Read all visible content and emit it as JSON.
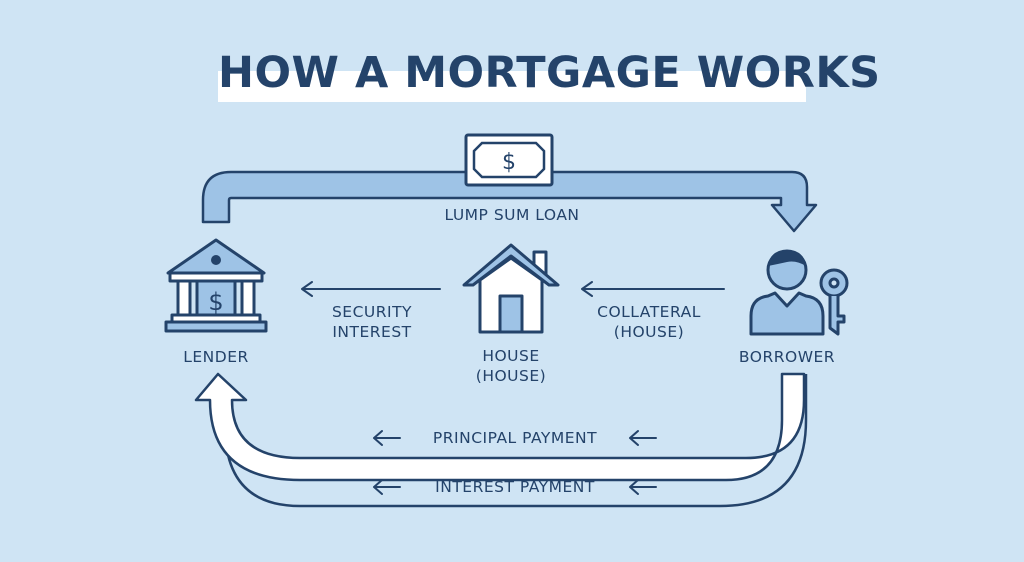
{
  "title": "HOW A MORTGAGE WORKS",
  "nodes": {
    "lender": "LENDER",
    "house": [
      "HOUSE",
      "(HOUSE)"
    ],
    "borrower": "BORROWER"
  },
  "flows": {
    "loan": "LUMP SUM LOAN",
    "security": [
      "SECURITY",
      "INTEREST"
    ],
    "collateral": [
      "COLLATERAL",
      "(HOUSE)"
    ],
    "principal": "PRINCIPAL PAYMENT",
    "interest": "INTEREST PAYMENT"
  },
  "icons": {
    "money": "dollar-bill-icon",
    "bank": "bank-icon",
    "house": "house-icon",
    "person": "person-icon",
    "key": "key-icon"
  },
  "currency_symbol": "$",
  "colors": {
    "background": "#cfe4f4",
    "outline": "#24436a",
    "fill": "#9ec3e6",
    "arrow_fill": "#ffffff"
  }
}
